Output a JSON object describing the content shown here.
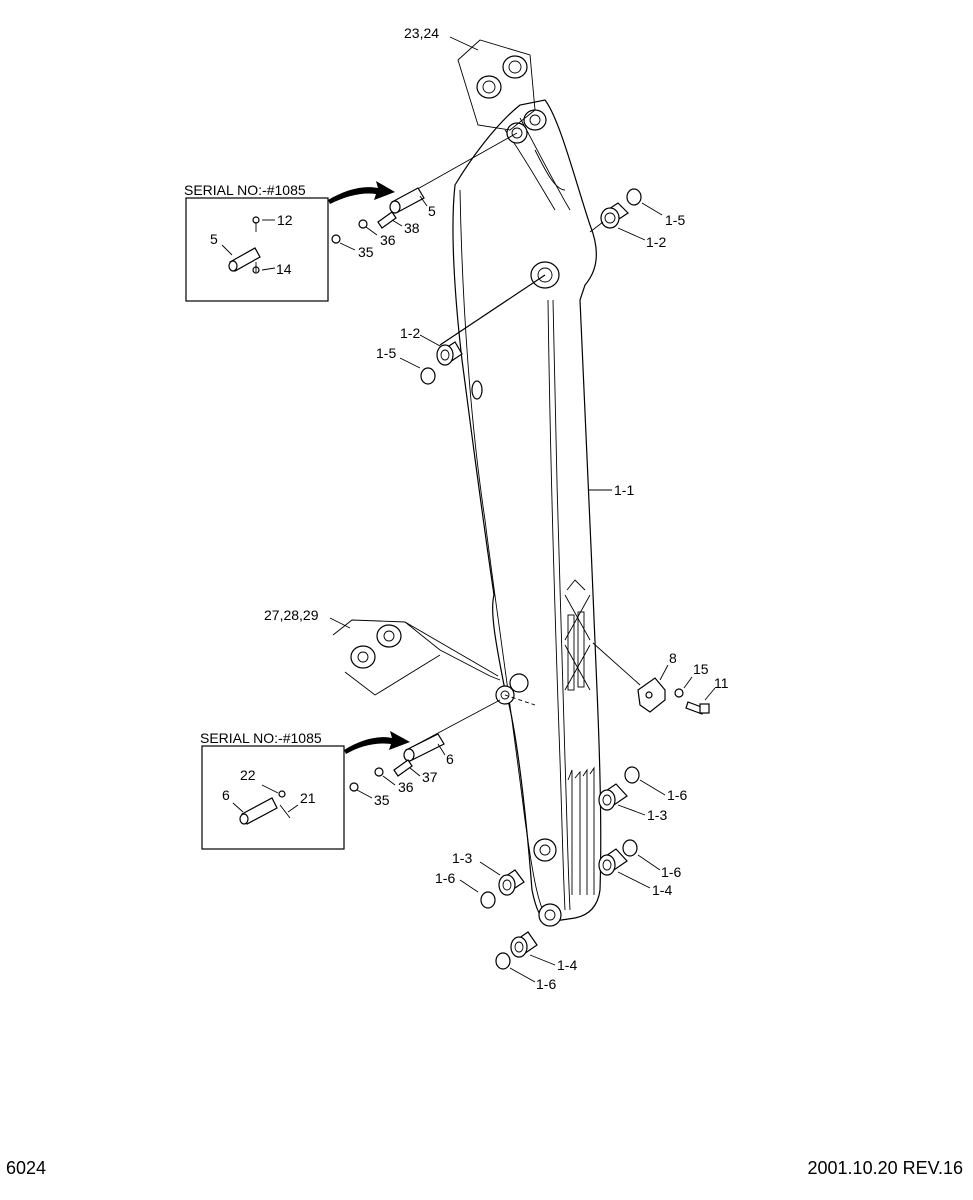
{
  "footer": {
    "page": "6024",
    "revision": "2001.10.20 REV.16"
  },
  "insets": [
    {
      "title": "SERIAL NO:-#1085",
      "labels": [
        "12",
        "5",
        "14"
      ]
    },
    {
      "title": "SERIAL NO:-#1085",
      "labels": [
        "22",
        "6",
        "21"
      ]
    }
  ],
  "callouts": {
    "c23_24": "23,24",
    "c5": "5",
    "c38": "38",
    "c36a": "36",
    "c35a": "35",
    "c1_5a": "1-5",
    "c1_2a": "1-2",
    "c1_2b": "1-2",
    "c1_5b": "1-5",
    "c1_1": "1-1",
    "c27": "27,28,29",
    "c8": "8",
    "c15": "15",
    "c11": "11",
    "c6": "6",
    "c37": "37",
    "c36b": "36",
    "c35b": "35",
    "c1_6a": "1-6",
    "c1_3a": "1-3",
    "c1_3b": "1-3",
    "c1_6b": "1-6",
    "c1_6c": "1-6",
    "c1_4a": "1-4",
    "c1_4b": "1-4",
    "c1_6d": "1-6"
  }
}
